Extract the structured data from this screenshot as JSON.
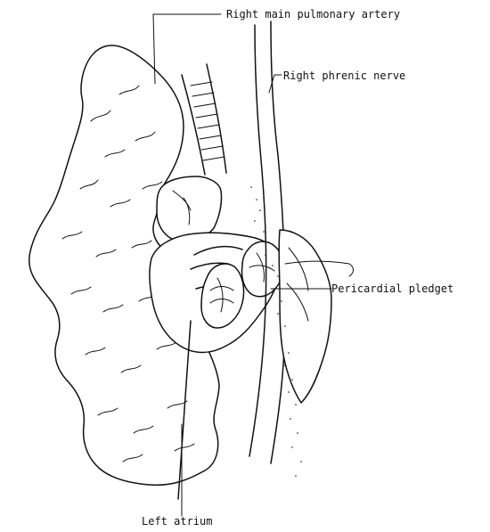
{
  "labels": {
    "right_main_pulmonary_artery": "Right main pulmonary artery",
    "right_phrenic_nerve": "Right phrenic nerve",
    "pericardial_pledget": "Pericardial pledget",
    "left_atrium": "Left atrium"
  }
}
